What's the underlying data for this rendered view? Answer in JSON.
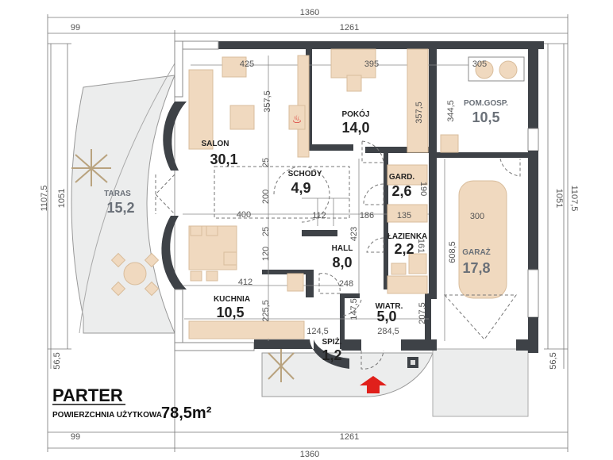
{
  "plan": {
    "title": "PARTER",
    "area_label": "POWIERZCHNIA UŻYTKOWA",
    "area_value": "78,5m²",
    "entrance_color": "#e0201b",
    "wall_color": "#3e4247",
    "furniture_color": "#f0d9bf"
  },
  "rooms": {
    "salon": {
      "name": "SALON",
      "area": "30,1"
    },
    "pokoj": {
      "name": "POKÓJ",
      "area": "14,0"
    },
    "pom_gosp": {
      "name": "POM.GOSP.",
      "area": "10,5"
    },
    "schody": {
      "name": "SCHODY",
      "area": "4,9"
    },
    "gard": {
      "name": "GARD.",
      "area": "2,6"
    },
    "taras": {
      "name": "TARAS",
      "area": "15,2"
    },
    "lazienka": {
      "name": "ŁAZIENKA",
      "area": "2,2"
    },
    "hall": {
      "name": "HALL",
      "area": "8,0"
    },
    "garaz": {
      "name": "GARAŻ",
      "area": "17,8"
    },
    "kuchnia": {
      "name": "KUCHNIA",
      "area": "10,5"
    },
    "wiatr": {
      "name": "WIATR.",
      "area": "5,0"
    },
    "spiz": {
      "name": "SPIŻ.",
      "area": "1,2"
    }
  },
  "dimensions": {
    "top_total": "1360",
    "top_left": "99",
    "top_main": "1261",
    "bottom_total": "1360",
    "bottom_left": "99",
    "bottom_main": "1261",
    "left_total": "1107,5",
    "left_main": "1051",
    "left_offset": "56,5",
    "right_total": "1107,5",
    "right_main": "1051",
    "right_offset": "56,5",
    "salon_w": "425",
    "pokoj_w": "395",
    "gosp_w": "305",
    "salon_h": "357,5",
    "pokoj_h": "357,5",
    "gosp_h": "344,5",
    "d25a": "25",
    "d200": "200",
    "d400": "400",
    "d112": "112",
    "d186": "186",
    "d135": "135",
    "d300": "300",
    "d190": "190",
    "d423": "423",
    "d25b": "25",
    "d120": "120",
    "d161": "161",
    "d608": "608,5",
    "d412": "412",
    "d248": "248",
    "d225": "225,5",
    "d147": "147,5",
    "d207": "207,5",
    "d124": "124,5",
    "d284": "284,5"
  }
}
